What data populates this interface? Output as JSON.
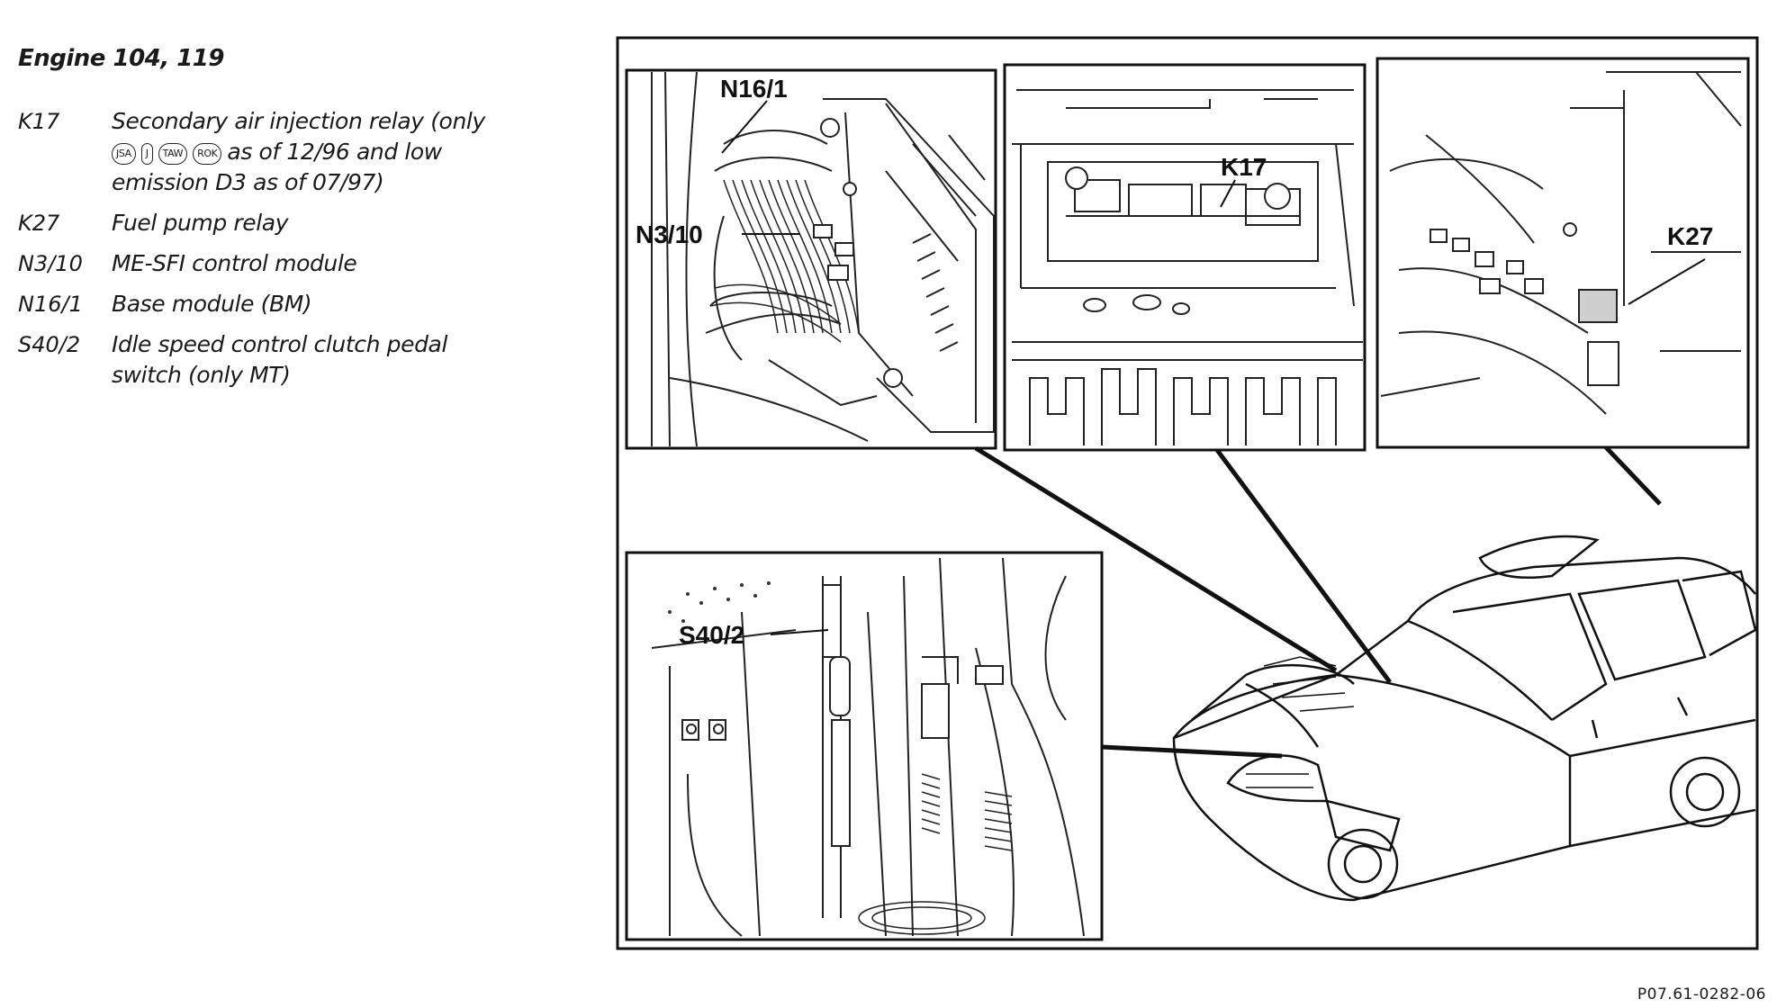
{
  "legend": {
    "title": "Engine 104, 119",
    "items": [
      {
        "code": "K17",
        "line1": "Secondary air injection relay (only",
        "badges": [
          "JSA",
          "J",
          "TAW",
          "ROK"
        ],
        "line2_after_badges": "as of 12/96 and low",
        "line3": "emission D3 as of 07/97)"
      },
      {
        "code": "K27",
        "line1": "Fuel pump relay"
      },
      {
        "code": "N3/10",
        "line1": "ME-SFI control module"
      },
      {
        "code": "N16/1",
        "line1": "Base module (BM)"
      },
      {
        "code": "S40/2",
        "line1": "Idle speed control clutch pedal",
        "line2": "switch (only MT)"
      }
    ]
  },
  "figure": {
    "callouts": {
      "n16_1": "N16/1",
      "n3_10": "N3/10",
      "k17": "K17",
      "k27": "K27",
      "s40_2": "S40/2"
    },
    "caption": "P07.61-0282-06"
  }
}
